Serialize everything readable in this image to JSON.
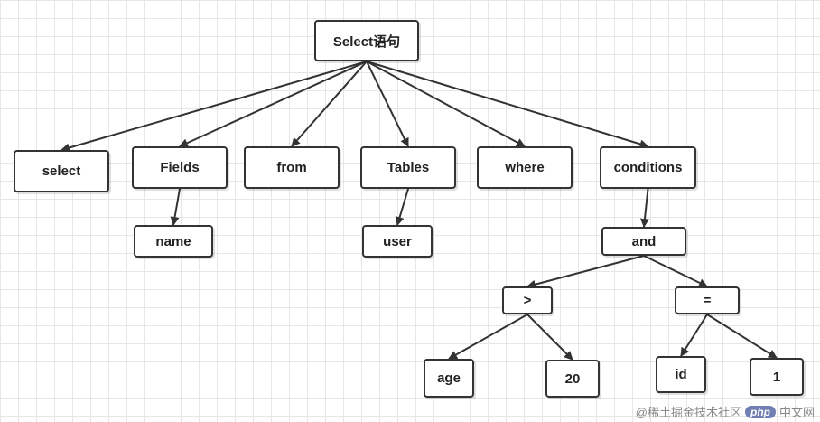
{
  "nodes": {
    "root": "Select语句",
    "select": "select",
    "fields": "Fields",
    "from": "from",
    "tables": "Tables",
    "where": "where",
    "conditions": "conditions",
    "name": "name",
    "user": "user",
    "and": "and",
    "gt": ">",
    "eq": "=",
    "age": "age",
    "twenty": "20",
    "id": "id",
    "one": "1"
  },
  "edges": [
    [
      "root",
      "select"
    ],
    [
      "root",
      "fields"
    ],
    [
      "root",
      "from"
    ],
    [
      "root",
      "tables"
    ],
    [
      "root",
      "where"
    ],
    [
      "root",
      "conditions"
    ],
    [
      "fields",
      "name"
    ],
    [
      "tables",
      "user"
    ],
    [
      "conditions",
      "and"
    ],
    [
      "and",
      "gt"
    ],
    [
      "and",
      "eq"
    ],
    [
      "gt",
      "age"
    ],
    [
      "gt",
      "twenty"
    ],
    [
      "eq",
      "id"
    ],
    [
      "eq",
      "one"
    ]
  ],
  "watermark": {
    "at": "@稀土掘金技术社区",
    "logo_text": "php",
    "site_text": "中文网"
  }
}
